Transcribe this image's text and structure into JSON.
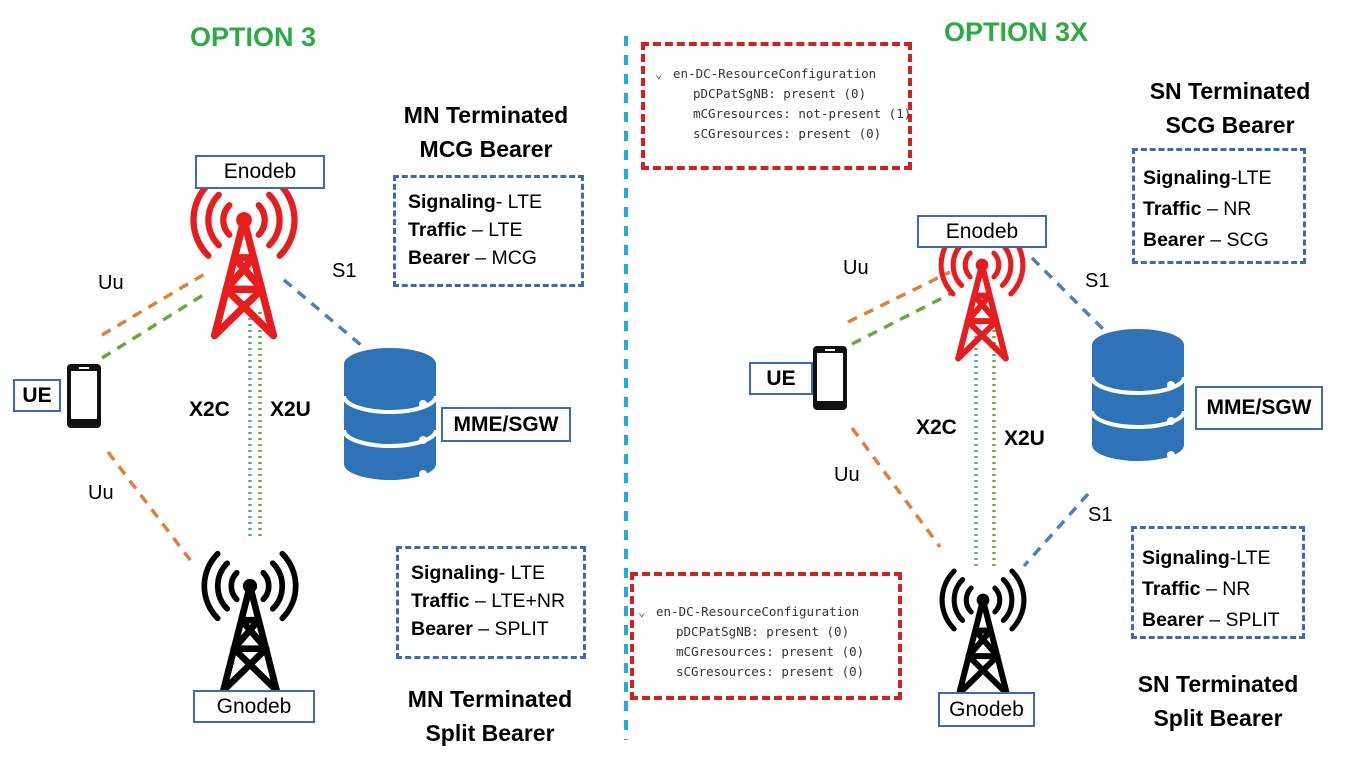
{
  "option3": {
    "title": "OPTION 3",
    "mcg_title": [
      "MN Terminated",
      "MCG Bearer"
    ],
    "mcg_info": [
      {
        "key": "Signaling",
        "sep": "- ",
        "val": "LTE"
      },
      {
        "key": "Traffic",
        "sep": " – ",
        "val": "LTE"
      },
      {
        "key": "Bearer",
        "sep": " – ",
        "val": "MCG"
      }
    ],
    "split_info": [
      {
        "key": "Signaling",
        "sep": "- ",
        "val": "LTE"
      },
      {
        "key": "Traffic",
        "sep": " – ",
        "val": "LTE+NR"
      },
      {
        "key": "Bearer",
        "sep": " – ",
        "val": "SPLIT"
      }
    ],
    "split_title": [
      "MN Terminated",
      "Split Bearer"
    ],
    "enodeb": "Enodeb",
    "gnodeb": "Gnodeb",
    "ue": "UE",
    "mme": "MME/SGW",
    "uu_top": "Uu",
    "uu_bottom": "Uu",
    "s1": "S1",
    "x2c": "X2C",
    "x2u": "X2U"
  },
  "option3x": {
    "title": "OPTION 3X",
    "code_top": {
      "header": "en-DC-ResourceConfiguration",
      "lines": [
        "pDCPatSgNB: present (0)",
        "mCGresources: not-present (1)",
        "sCGresources: present (0)"
      ]
    },
    "code_bottom": {
      "header": "en-DC-ResourceConfiguration",
      "lines": [
        "pDCPatSgNB: present (0)",
        "mCGresources: present (0)",
        "sCGresources: present (0)"
      ]
    },
    "scg_title": [
      "SN Terminated",
      "SCG Bearer"
    ],
    "scg_info": [
      {
        "key": "Signaling",
        "sep": "-",
        "val": "LTE"
      },
      {
        "key": "Traffic",
        "sep": " – ",
        "val": "NR"
      },
      {
        "key": "Bearer",
        "sep": " – ",
        "val": "SCG"
      }
    ],
    "split_info": [
      {
        "key": "Signaling",
        "sep": "-",
        "val": "LTE"
      },
      {
        "key": "Traffic",
        "sep": " – ",
        "val": "NR"
      },
      {
        "key": "Bearer",
        "sep": " – ",
        "val": "SPLIT"
      }
    ],
    "split_title": [
      "SN Terminated",
      "Split Bearer"
    ],
    "enodeb": "Enodeb",
    "gnodeb": "Gnodeb",
    "ue": "UE",
    "mme": "MME/SGW",
    "uu_top": "Uu",
    "uu_bottom": "Uu",
    "s1_top": "S1",
    "s1_bottom": "S1",
    "x2c": "X2C",
    "x2u": "X2U"
  },
  "colors": {
    "title_green": "#2eaa45",
    "enodeb_red": "#e81c1c",
    "gnodeb_black": "#000000",
    "link_orange": "#e0803a",
    "link_green": "#6aaa3a",
    "link_blue": "#4a80c0",
    "x2c_blue": "#5a9ad8",
    "divider_cyan": "#1ab0d8",
    "db_blue": "#2e73b8",
    "box_blue": "#3c6ab0",
    "code_red": "#d42020"
  },
  "icons": {
    "enodeb": "cell-tower-icon",
    "gnodeb": "cell-tower-icon",
    "ue": "smartphone-icon",
    "mme": "database-icon"
  }
}
